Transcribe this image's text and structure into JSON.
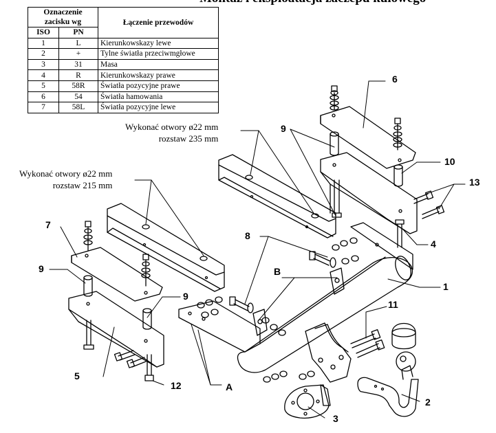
{
  "title": "Montaż i eksploatacja zaczepu kulowego",
  "legend": {
    "header_main": "Oznaczenie zacisku wg",
    "header_conn": "Łączenie przewodów",
    "header_iso": "ISO",
    "header_pn": "PN",
    "rows": [
      {
        "iso": "1",
        "pn": "L",
        "desc": "Kierunkowskazy lewe"
      },
      {
        "iso": "2",
        "pn": "+",
        "desc": "Tylne światła przeciwmgłowe"
      },
      {
        "iso": "3",
        "pn": "31",
        "desc": "Masa"
      },
      {
        "iso": "4",
        "pn": "R",
        "desc": "Kierunkowskazy prawe"
      },
      {
        "iso": "5",
        "pn": "58R",
        "desc": "Światła pozycyjne prawe"
      },
      {
        "iso": "6",
        "pn": "54",
        "desc": "Światła hamowania"
      },
      {
        "iso": "7",
        "pn": "58L",
        "desc": "Światła pozycyjne lewe"
      }
    ]
  },
  "notes": {
    "right_line1": "Wykonać otwory ø22 mm",
    "right_line2": "rozstaw 235 mm",
    "left_line1": "Wykonać otwory ø22 mm",
    "left_line2": "rozstaw 215 mm"
  },
  "callouts": {
    "n1": "1",
    "n2": "2",
    "n3": "3",
    "n4": "4",
    "n5": "5",
    "n6": "6",
    "n7": "7",
    "n8": "8",
    "n9a": "9",
    "n9b": "9",
    "n9c": "9",
    "n10": "10",
    "n11": "11",
    "n12": "12",
    "n13": "13",
    "nA": "A",
    "nB": "B"
  }
}
